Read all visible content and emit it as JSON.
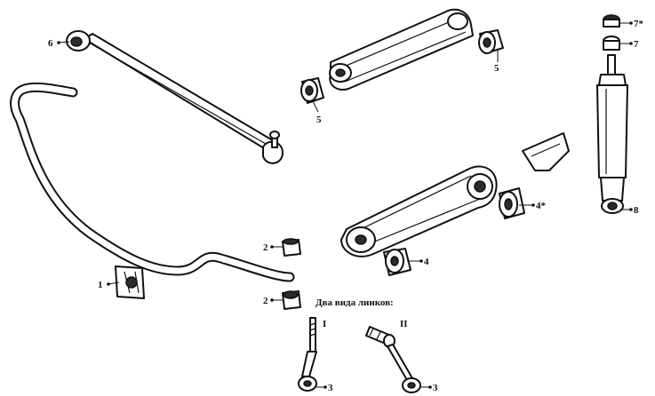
{
  "caption": "Два вида линков:",
  "link_types": {
    "first": "I",
    "second": "II"
  },
  "callouts": {
    "bushing_1": "1",
    "nut_2a": "2",
    "nut_2b": "2",
    "bushing_3a": "3",
    "bushing_3b": "3",
    "bushing_4": "4",
    "bushing_4star": "4*",
    "bushing_5a": "5",
    "bushing_5b": "5",
    "rod_end_6": "6",
    "bushing_7": "7",
    "bushing_7star": "7*",
    "shock_mount_8": "8"
  }
}
